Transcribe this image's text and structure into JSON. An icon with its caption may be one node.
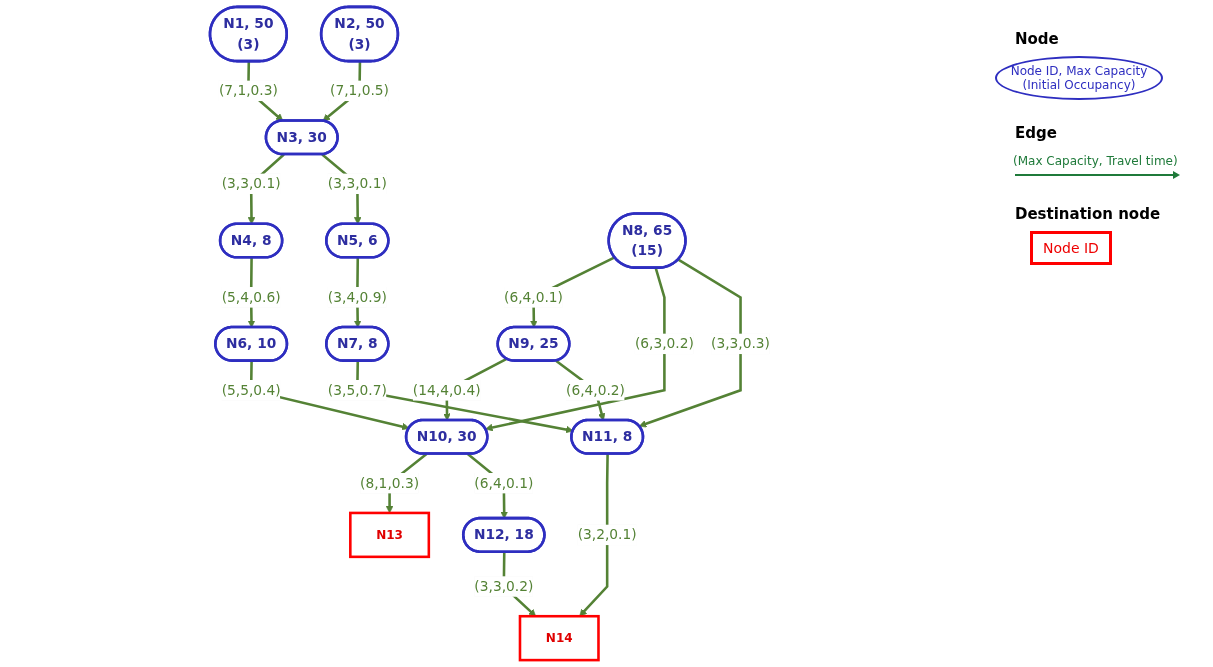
{
  "diagram": {
    "nodes": [
      {
        "text": [
          "N1, 50",
          "(3)"
        ]
      },
      {
        "text": [
          "N3, 30"
        ]
      },
      {
        "text": [
          "N4, 8"
        ]
      },
      {
        "text": [
          "N5, 6"
        ]
      },
      {
        "text": [
          "N2, 50",
          "(3)"
        ]
      },
      {
        "text": [
          "N6, 10"
        ]
      },
      {
        "text": [
          "N7, 8"
        ]
      },
      {
        "text": [
          "N9, 25"
        ]
      },
      {
        "text": [
          "N13"
        ]
      },
      {
        "text": [
          "N10, 30"
        ]
      },
      {
        "text": [
          "N11, 8"
        ]
      },
      {
        "text": [
          "N8, 65",
          "(15)"
        ]
      },
      {
        "text": [
          "N12, 18"
        ]
      },
      {
        "text": [
          "N14"
        ]
      }
    ],
    "edges": [
      {
        "from": 0,
        "to": 1,
        "arrow": "to",
        "label": "(7,1,0.3)"
      },
      {
        "from": 1,
        "to": 2,
        "arrow": "to",
        "label": "(3,3,0.1)"
      },
      {
        "from": 1,
        "to": 3,
        "arrow": "to",
        "label": "(3,3,0.1)"
      },
      {
        "from": 4,
        "to": 1,
        "arrow": "to",
        "label": "(7,1,0.5)"
      },
      {
        "from": 2,
        "to": 5,
        "arrow": "to",
        "label": "(5,4,0.6)"
      },
      {
        "from": 3,
        "to": 6,
        "arrow": "to",
        "label": "(3,4,0.9)"
      },
      {
        "from": 5,
        "to": 9,
        "arrow": "to",
        "label": "(5,5,0.4)"
      },
      {
        "from": 6,
        "to": 10,
        "arrow": "to",
        "label": "(3,5,0.7)"
      },
      {
        "from": 7,
        "to": 9,
        "arrow": "to",
        "label": "(14,4,0.4)"
      },
      {
        "from": 7,
        "to": 10,
        "arrow": "to",
        "label": "(6,4,0.2)"
      },
      {
        "from": 11,
        "to": 7,
        "arrow": "to",
        "label": "(6,4,0.1)"
      },
      {
        "from": 9,
        "to": 8,
        "arrow": "to",
        "label": "(8,1,0.3)"
      },
      {
        "from": 11,
        "to": 9,
        "arrow": "to",
        "label": "(6,3,0.2)"
      },
      {
        "from": 11,
        "to": 10,
        "arrow": "to",
        "label": "(3,3,0.3)"
      },
      {
        "from": 10,
        "to": 13,
        "arrow": "to",
        "label": "(3,2,0.1)"
      },
      {
        "from": 9,
        "to": 12,
        "arrow": "to",
        "label": "(6,4,0.1)"
      },
      {
        "from": 12,
        "to": 13,
        "arrow": "to",
        "label": "(3,3,0.2)"
      }
    ],
    "labels": [
      "Node",
      "Edge",
      "Destination node"
    ],
    "legend": [
      {
        "text": "Node ID,  Max Capacity (Initial Occupancy)"
      },
      {
        "text": "(Max Capacity, Travel time)"
      },
      {
        "text": "Node ID"
      }
    ]
  }
}
